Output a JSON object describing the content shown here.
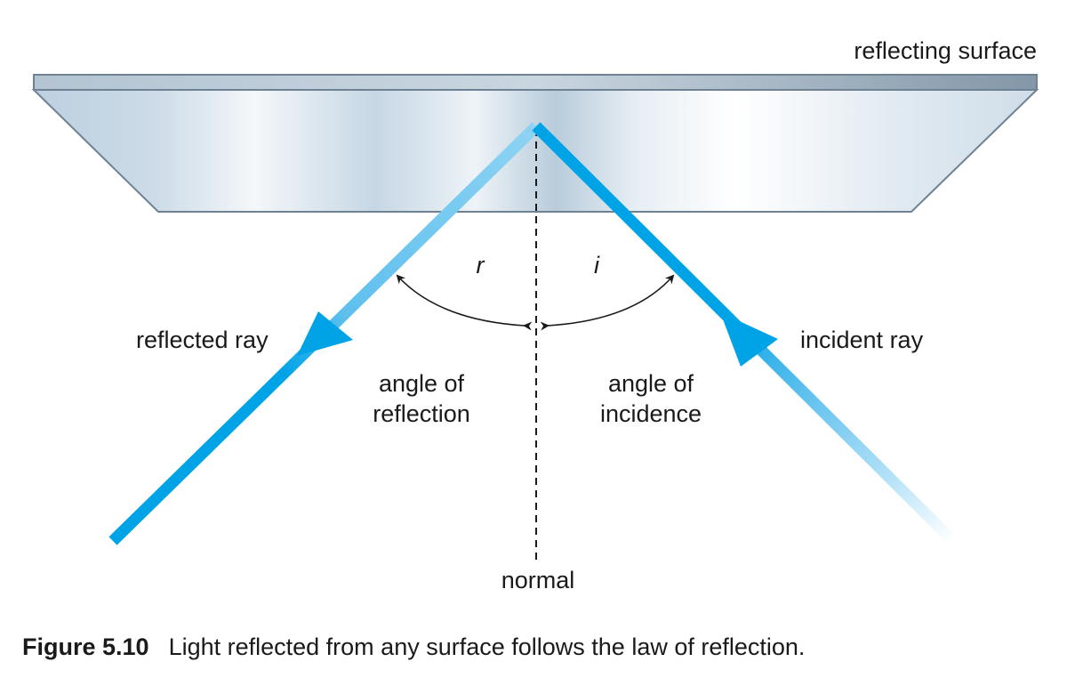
{
  "labels": {
    "reflecting_surface": "reflecting surface",
    "reflected_ray": "reflected ray",
    "incident_ray": "incident ray",
    "angle_r": "r",
    "angle_i": "i",
    "angle_of_reflection_line1": "angle of",
    "angle_of_reflection_line2": "reflection",
    "angle_of_incidence_line1": "angle of",
    "angle_of_incidence_line2": "incidence",
    "normal": "normal"
  },
  "caption": {
    "figure_number": "Figure 5.10",
    "text": "Light reflected from any surface follows the law of reflection."
  },
  "colors": {
    "ray": "#00a3e6",
    "ray_light": "#7fcdf2",
    "surface_top": "#8fa3b5",
    "surface_edge": "#5e7284",
    "arrowhead": "#00a3e6",
    "text": "#1a1a1a"
  }
}
